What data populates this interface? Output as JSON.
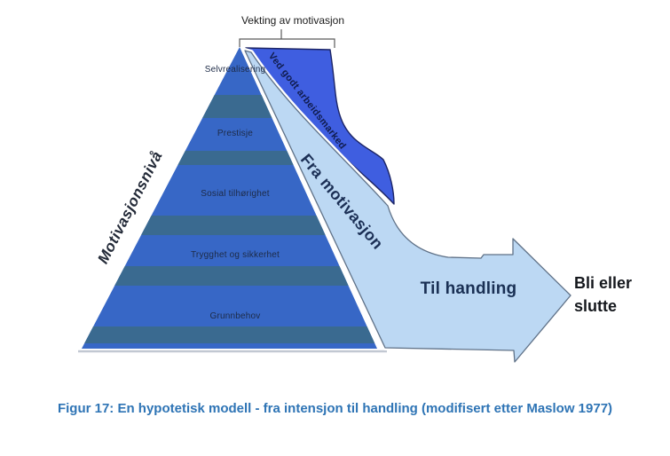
{
  "figure": {
    "weighting_label": "Vekting av motivasjon",
    "axis_label": "Motivasjonsnivå",
    "levels": [
      "Selvrealisering",
      "Prestisje",
      "Sosial tilhørighet",
      "Trygghet og sikkerhet",
      "Grunnbehov"
    ],
    "wedge_label": "Ved godt arbeidsmarked",
    "flow_label": "Fra motivasjon",
    "arrow_label": "Til handling",
    "outcome": {
      "line1": "Bli eller",
      "line2": "slutte"
    },
    "caption": "Figur 17: En hypotetisk modell - fra intensjon til handling (modifisert etter Maslow 1977)",
    "colors": {
      "pyramid_blue": "#3767c6",
      "pyramid_teal": "#3a6a90",
      "wedge_blue": "#3f5ee0",
      "flow_light_blue": "#bcd8f3",
      "caption_blue": "#2e74b5"
    }
  }
}
